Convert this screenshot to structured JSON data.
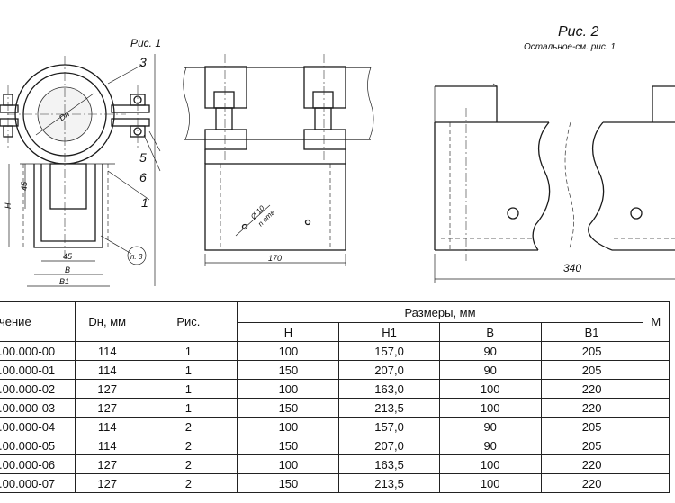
{
  "figures": {
    "fig1": {
      "title": "Рис. 1",
      "callouts": [
        "3",
        "5",
        "6",
        "1"
      ],
      "ref_circle": "п. 3",
      "dims": {
        "dn": "Dн",
        "h": "H",
        "h45": "45",
        "b45": "45",
        "b": "B",
        "b1": "B1"
      }
    },
    "side": {
      "hole": "Ø 10",
      "hole_count": "n отв",
      "width": "170"
    },
    "fig2": {
      "title": "Рис. 2",
      "subtitle": "Остальное-см. рис. 1",
      "length": "340"
    }
  },
  "table": {
    "headers": {
      "designation": "чение",
      "dn": "Dн, мм",
      "fig": "Рис.",
      "sizes": "Размеры, мм",
      "h": "H",
      "h1": "H1",
      "b": "B",
      "b1": "B1",
      "mass": "М"
    },
    "rows": [
      {
        "code": ".00.000-00",
        "dn": "114",
        "fig": "1",
        "h": "100",
        "h1": "157,0",
        "b": "90",
        "b1": "205"
      },
      {
        "code": ".00.000-01",
        "dn": "114",
        "fig": "1",
        "h": "150",
        "h1": "207,0",
        "b": "90",
        "b1": "205"
      },
      {
        "code": ".00.000-02",
        "dn": "127",
        "fig": "1",
        "h": "100",
        "h1": "163,0",
        "b": "100",
        "b1": "220"
      },
      {
        "code": ".00.000-03",
        "dn": "127",
        "fig": "1",
        "h": "150",
        "h1": "213,5",
        "b": "100",
        "b1": "220"
      },
      {
        "code": ".00.000-04",
        "dn": "114",
        "fig": "2",
        "h": "100",
        "h1": "157,0",
        "b": "90",
        "b1": "205"
      },
      {
        "code": ".00.000-05",
        "dn": "114",
        "fig": "2",
        "h": "150",
        "h1": "207,0",
        "b": "90",
        "b1": "205"
      },
      {
        "code": ".00.000-06",
        "dn": "127",
        "fig": "2",
        "h": "100",
        "h1": "163,5",
        "b": "100",
        "b1": "220"
      },
      {
        "code": ".00.000-07",
        "dn": "127",
        "fig": "2",
        "h": "150",
        "h1": "213,5",
        "b": "100",
        "b1": "220"
      }
    ]
  }
}
